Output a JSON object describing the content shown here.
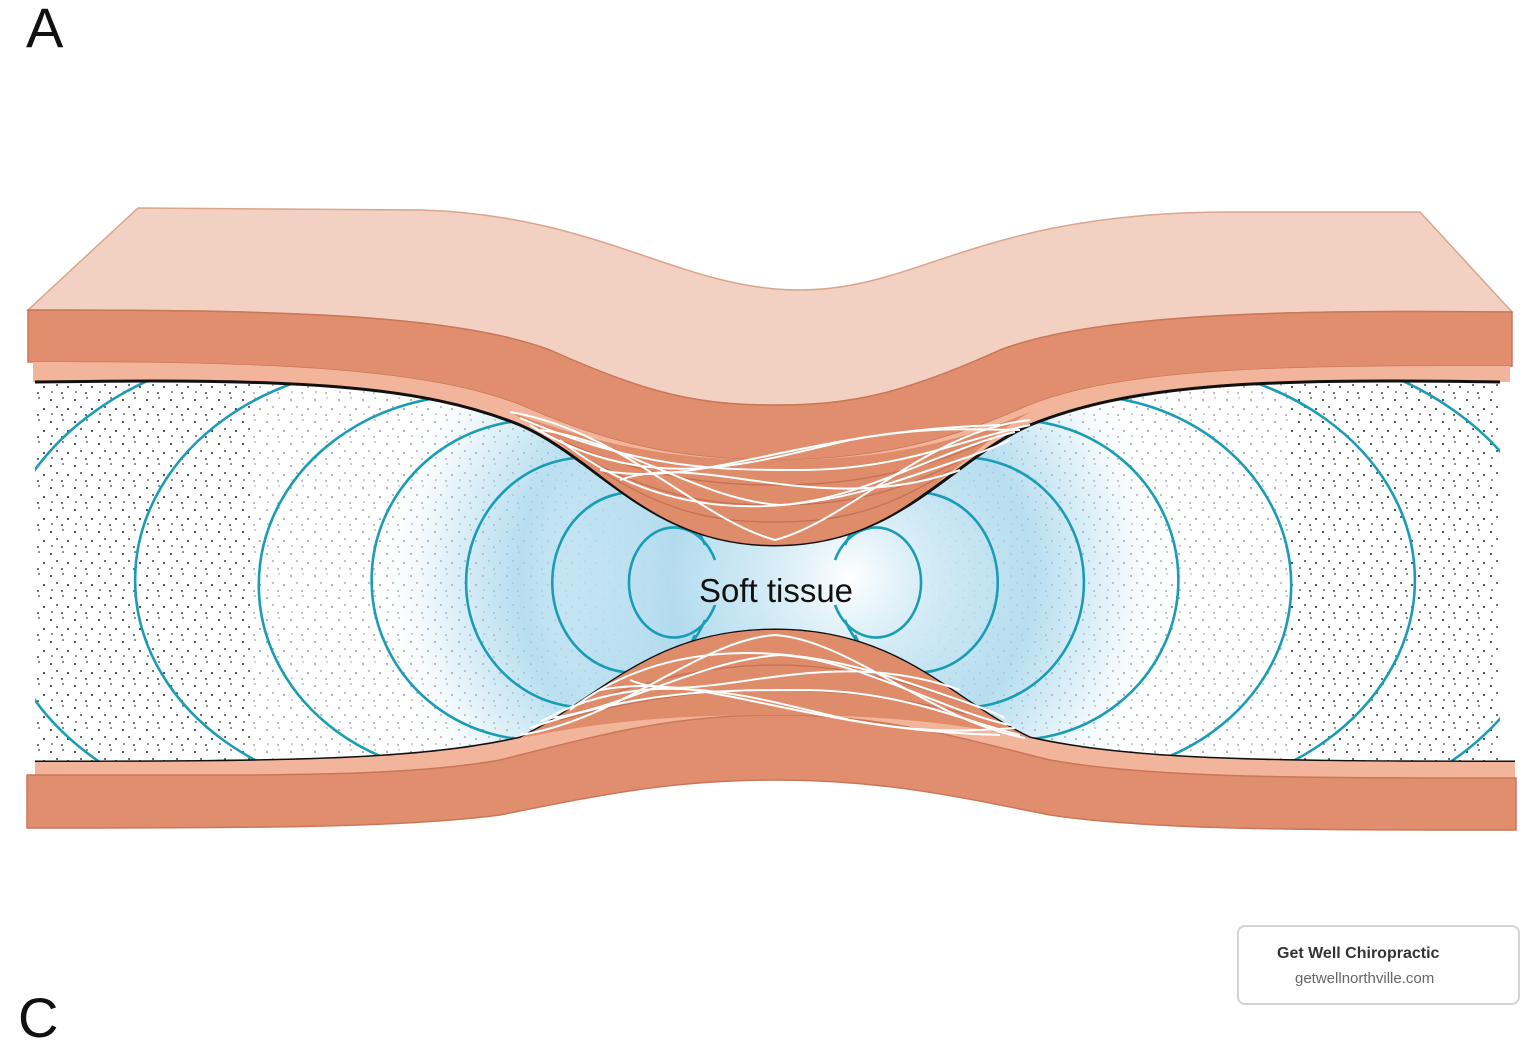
{
  "panel_letters": {
    "top": "A",
    "bottom": "C"
  },
  "diagram": {
    "label": "Soft tissue",
    "colors": {
      "skin_top": "#f3d1c2",
      "muscle": "#e08e6d",
      "muscle_edge": "#c97758",
      "fascia_light": "#f2b49a",
      "wave": "#1a9cb5",
      "glow": "#9fd3ea",
      "fibers": "#ffffff",
      "dots": "#222222"
    }
  },
  "watermark": {
    "title": "Get Well Chiropractic",
    "url": "getwellnorthville.com"
  }
}
